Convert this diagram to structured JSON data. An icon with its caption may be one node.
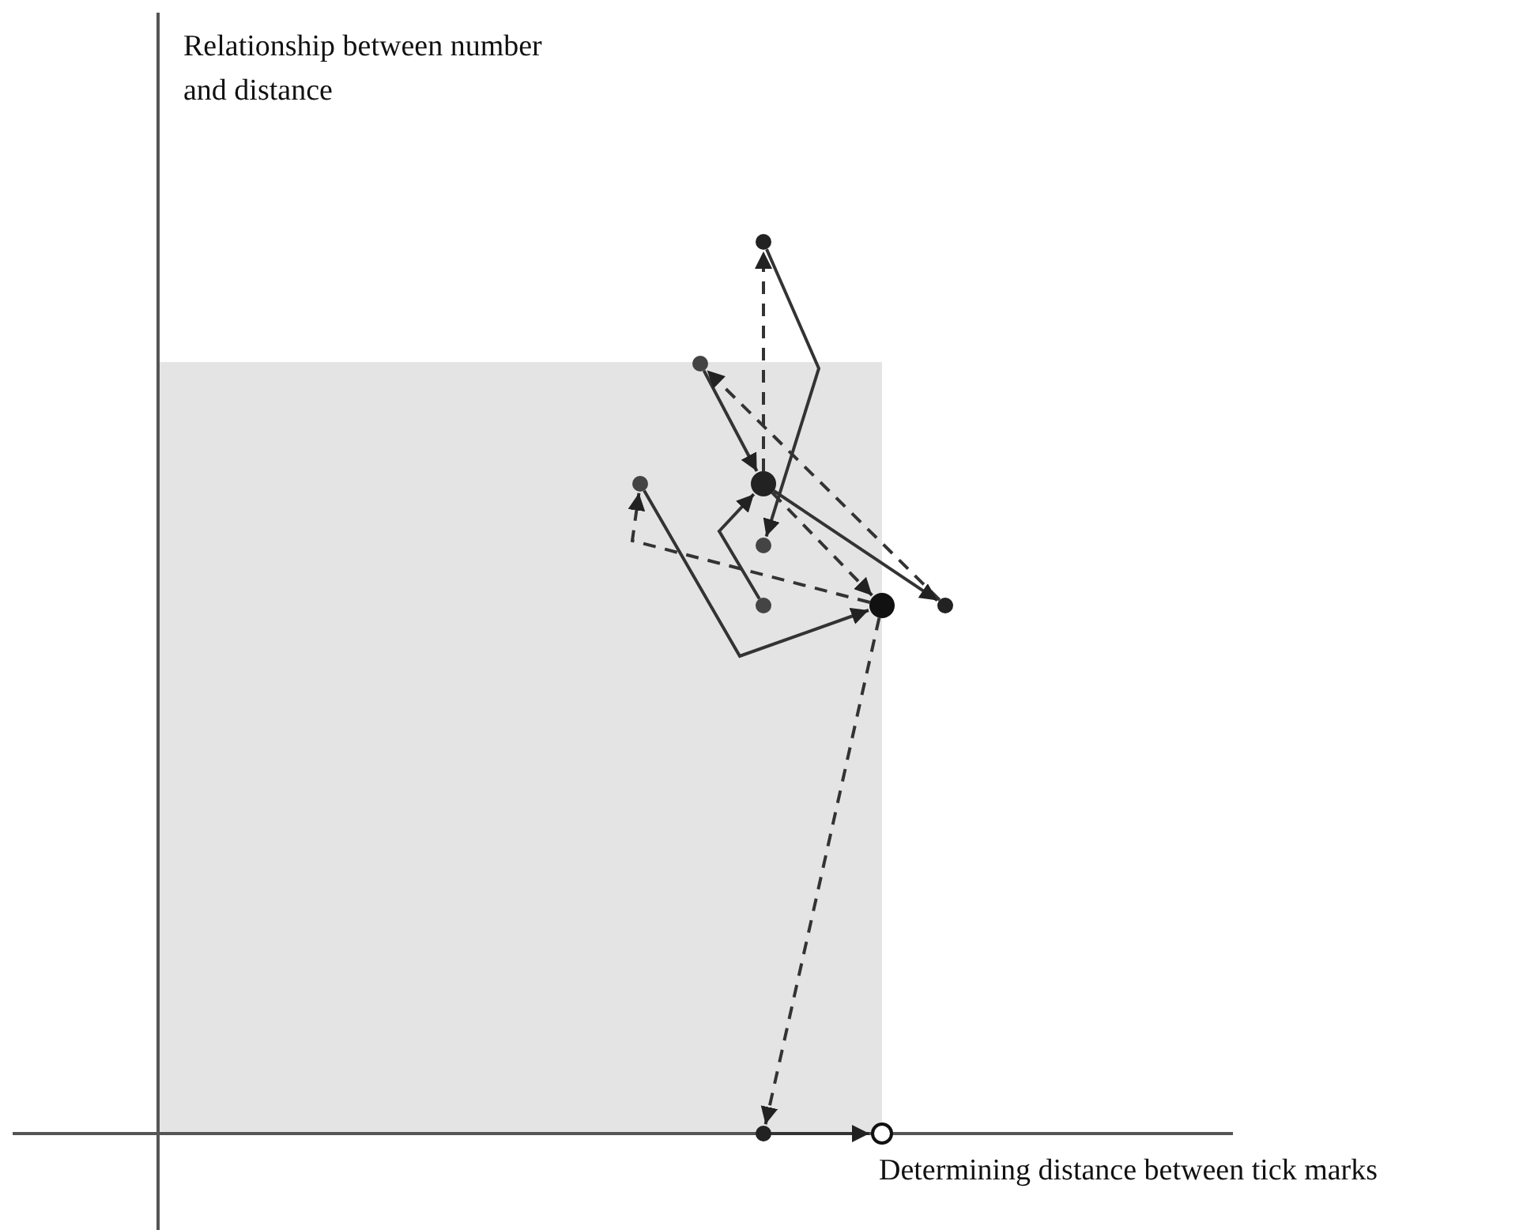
{
  "diagram": {
    "nodes": [
      {
        "text": [],
        "shape": "circle"
      },
      {
        "text": [],
        "shape": "circle"
      },
      {
        "text": [],
        "shape": "circle"
      },
      {
        "text": [],
        "shape": "circle"
      },
      {
        "text": [],
        "shape": "circle"
      },
      {
        "text": [],
        "shape": "circle"
      },
      {
        "text": [],
        "shape": "circle"
      },
      {
        "text": [],
        "shape": "circle"
      },
      {
        "text": [],
        "shape": "circle"
      },
      {
        "text": [],
        "shape": "circle"
      }
    ],
    "edges": [
      {
        "from": 2,
        "to": 0,
        "arrow": "to",
        "style": "dashed"
      },
      {
        "from": 0,
        "to": 4,
        "arrow": "to"
      },
      {
        "from": 1,
        "to": 2,
        "arrow": "to"
      },
      {
        "from": 7,
        "to": 1,
        "arrow": "to",
        "style": "dashed"
      },
      {
        "from": 2,
        "to": 7,
        "arrow": "to"
      },
      {
        "from": 2,
        "to": 6,
        "arrow": "to",
        "style": "dashed"
      },
      {
        "from": 5,
        "to": 2,
        "arrow": "to"
      },
      {
        "from": 3,
        "to": 6,
        "arrow": "to"
      },
      {
        "from": 6,
        "to": 3,
        "arrow": "to",
        "style": "dashed"
      },
      {
        "from": 6,
        "to": 8,
        "arrow": "to",
        "style": "dashed"
      },
      {
        "from": 8,
        "to": 9,
        "arrow": "to"
      }
    ],
    "labels": [
      "Relationship between number and distance",
      "Determining distance between tick marks"
    ]
  }
}
